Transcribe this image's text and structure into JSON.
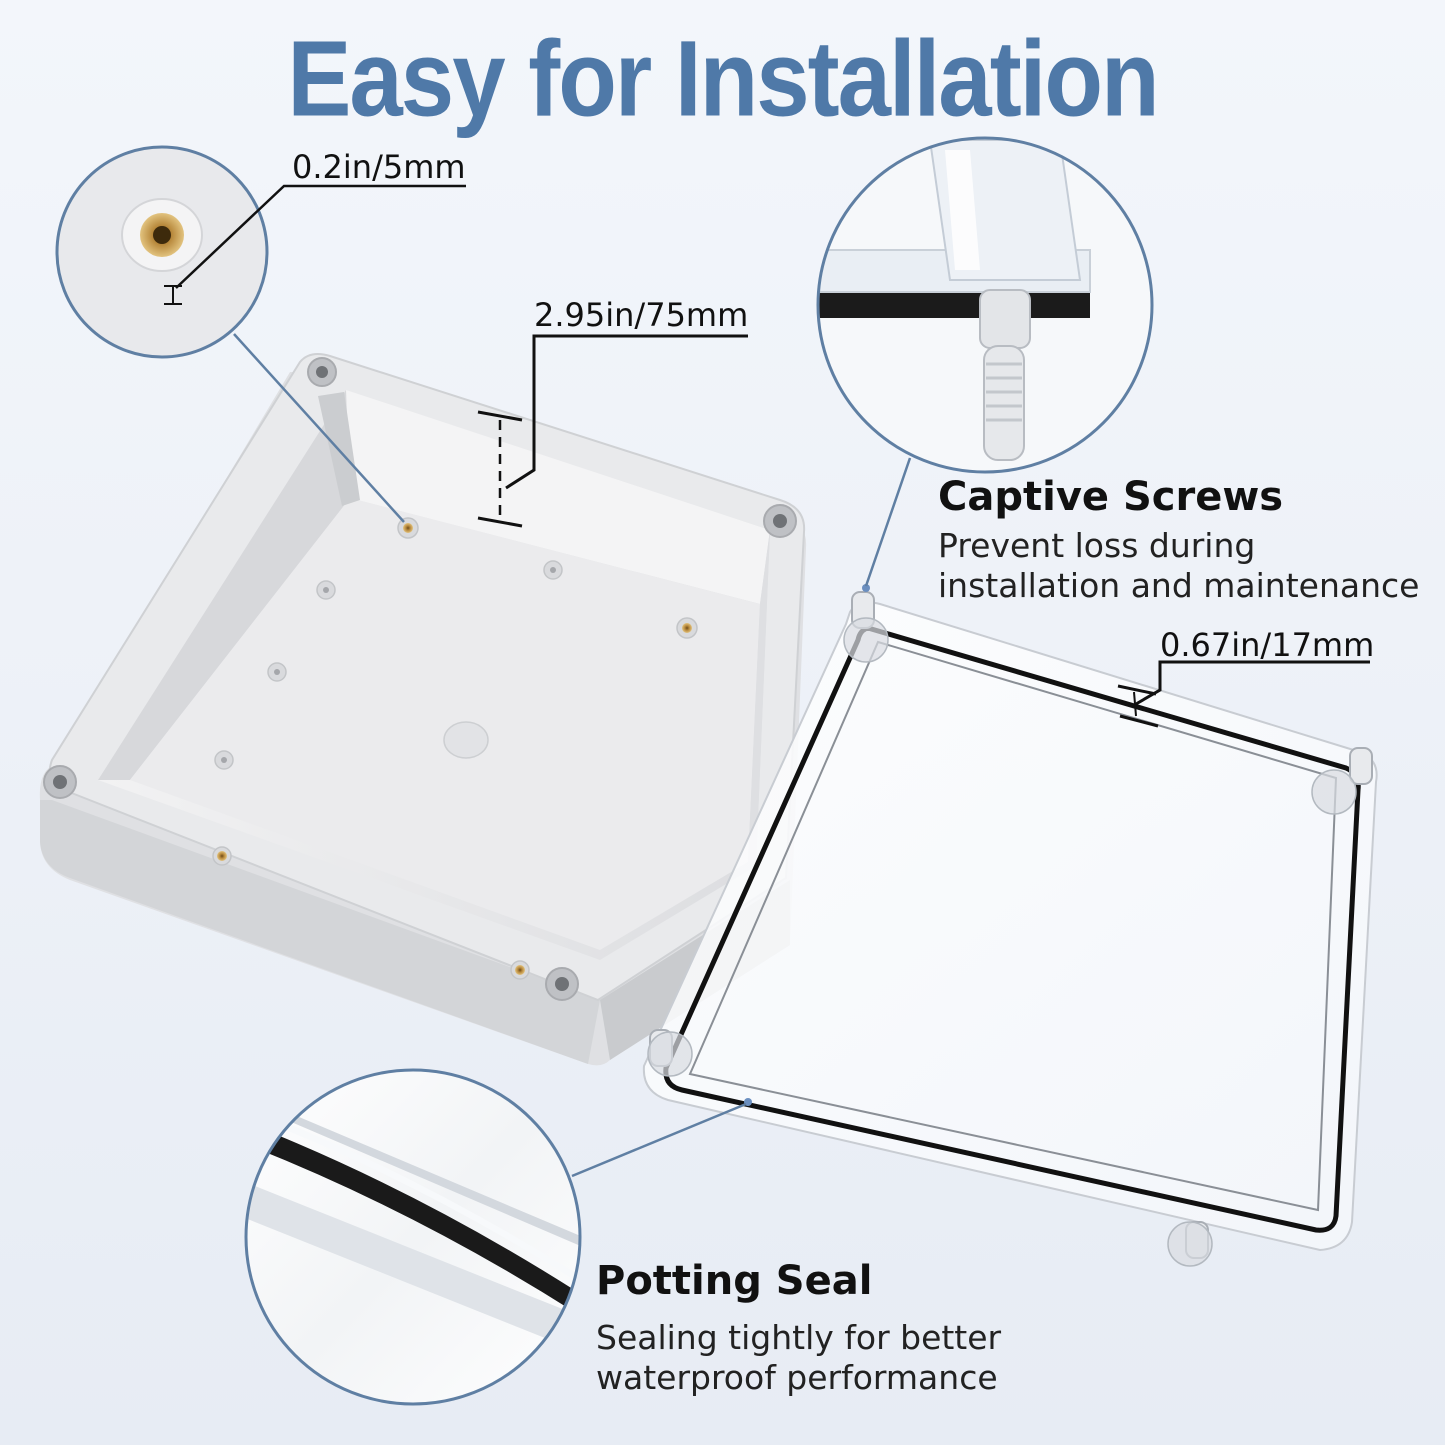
{
  "headline": "Easy for Installation",
  "dimensions": {
    "insert_depth": "0.2in/5mm",
    "box_depth": "2.95in/75mm",
    "lid_depth": "0.67in/17mm"
  },
  "features": {
    "captive_screws": {
      "title": "Captive Screws",
      "description_lines": [
        "Prevent loss during",
        "installation and maintenance"
      ]
    },
    "potting_seal": {
      "title": "Potting Seal",
      "description_lines": [
        "Sealing tightly for better",
        "waterproof performance"
      ]
    }
  },
  "colors": {
    "headline": "#4f79a8",
    "callout_ring": "#5f7fa3",
    "background": "#eef2f8"
  }
}
